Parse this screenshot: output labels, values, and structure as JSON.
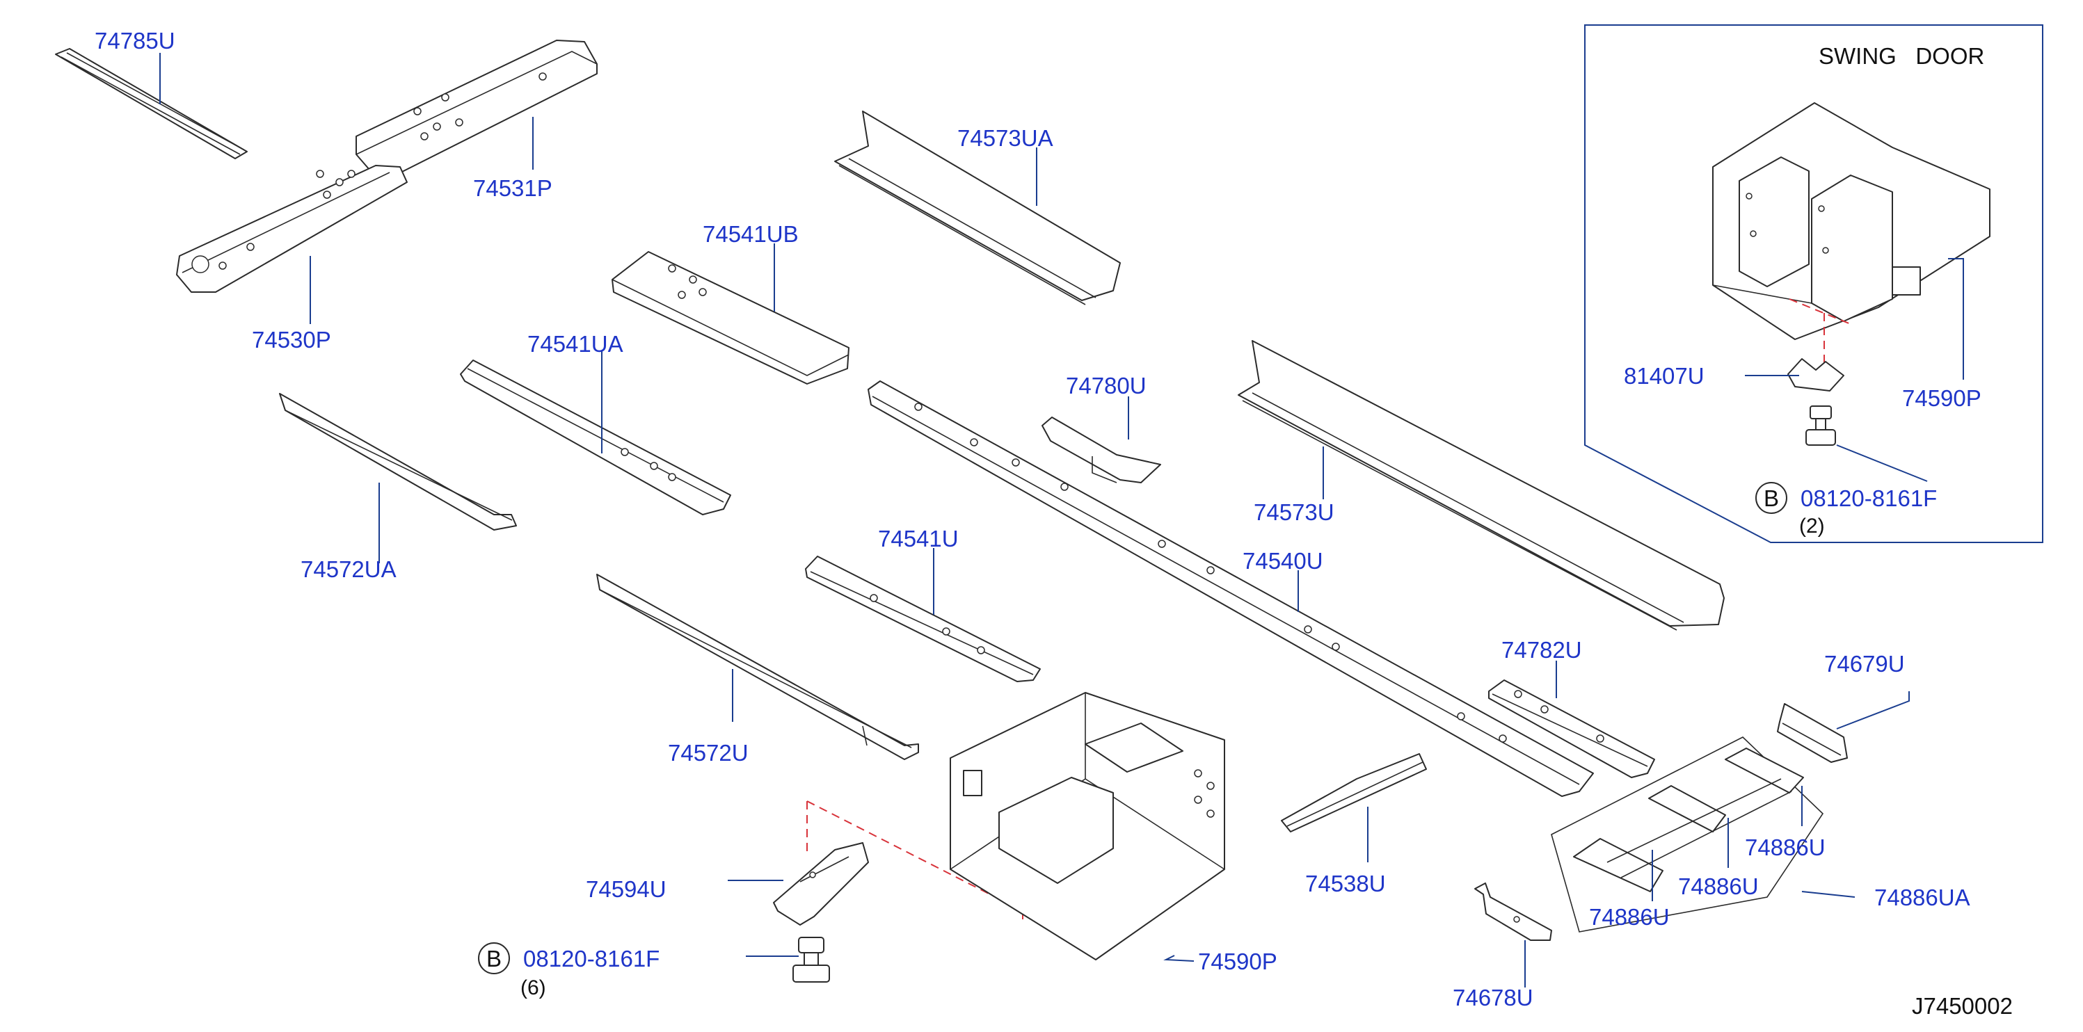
{
  "parts": {
    "p74785U": "74785U",
    "p74531P": "74531P",
    "p74530P": "74530P",
    "p74573UA": "74573UA",
    "p74541UB": "74541UB",
    "p74541UA": "74541UA",
    "p74780U": "74780U",
    "p74573U": "74573U",
    "p74572UA": "74572UA",
    "p74541U": "74541U",
    "p74540U": "74540U",
    "p74572U": "74572U",
    "p74782U": "74782U",
    "p74679U": "74679U",
    "p74594U": "74594U",
    "p74590P": "74590P",
    "p74538U": "74538U",
    "p74886U": "74886U",
    "p74886UA": "74886UA",
    "p74678U": "74678U",
    "p81407U": "81407U",
    "p74590P_swing": "74590P",
    "bolt": "08120-8161F"
  },
  "bolt_marker": "B",
  "bolt_qty_main": "(6)",
  "bolt_qty_swing": "(2)",
  "inset_title": "SWING   DOOR",
  "diagram_code": "J7450002",
  "colors": {
    "label": "#1e35c8",
    "leader": "#1a3d8f",
    "dashed": "#d8333a",
    "outline": "#2b2b2b"
  }
}
